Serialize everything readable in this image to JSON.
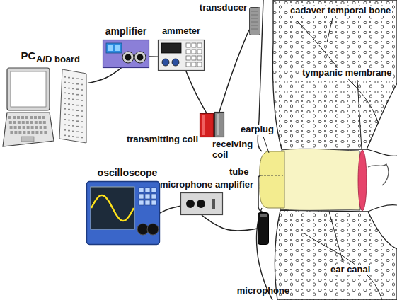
{
  "diagram": {
    "nodes": [
      {
        "text": [
          "PC"
        ]
      },
      {
        "text": [
          "A/D board"
        ]
      },
      {
        "text": [
          "amplifier"
        ]
      },
      {
        "text": [
          "ammeter"
        ]
      },
      {
        "text": [
          "transducer"
        ]
      },
      {
        "text": [
          "transmitting coil"
        ]
      },
      {
        "text": [
          "receiving coil"
        ]
      },
      {
        "text": [
          "oscilloscope"
        ]
      },
      {
        "text": [
          "microphone amplifier"
        ]
      },
      {
        "text": [
          "microphone"
        ]
      }
    ],
    "edges": [
      {
        "from": 1,
        "to": 2,
        "arrow": "none"
      },
      {
        "from": 2,
        "to": 3,
        "arrow": "none"
      },
      {
        "from": 3,
        "to": 5,
        "arrow": "none"
      },
      {
        "from": 6,
        "to": 4,
        "arrow": "none"
      },
      {
        "from": 7,
        "to": 8,
        "arrow": "none"
      },
      {
        "from": 8,
        "to": 9,
        "arrow": "none"
      }
    ],
    "labels": [
      "cadaver temporal bone",
      "tympanic membrane",
      "earplug",
      "tube",
      "ear canal"
    ]
  }
}
